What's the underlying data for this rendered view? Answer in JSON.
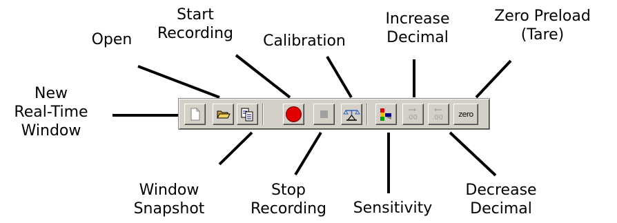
{
  "labels": {
    "new_window": [
      "New",
      "Real-Time",
      "Window"
    ],
    "open": [
      "Open"
    ],
    "start_recording": [
      "Start",
      "Recording"
    ],
    "calibration": [
      "Calibration"
    ],
    "increase_decimal": [
      "Increase",
      "Decimal"
    ],
    "zero_preload": [
      "Zero Preload",
      "(Tare)"
    ],
    "window_snapshot": [
      "Window",
      "Snapshot"
    ],
    "stop_recording": [
      "Stop",
      "Recording"
    ],
    "sensitivity": [
      "Sensitivity"
    ],
    "decrease_decimal": [
      "Decrease",
      "Decimal"
    ]
  },
  "toolbar": {
    "zero_label": "zero",
    "buttons": [
      {
        "id": "new",
        "icon": "blank-page-icon",
        "enabled": true
      },
      {
        "id": "open",
        "icon": "folder-open-icon",
        "enabled": true
      },
      {
        "id": "snapshot",
        "icon": "copy-windows-icon",
        "enabled": true
      },
      {
        "id": "start-recording",
        "icon": "red-record-circle-icon",
        "enabled": true
      },
      {
        "id": "stop-recording",
        "icon": "stop-square-icon",
        "enabled": false
      },
      {
        "id": "calibration",
        "icon": "scale-icon",
        "enabled": true
      },
      {
        "id": "sensitivity",
        "icon": "color-bars-icon",
        "enabled": true
      },
      {
        "id": "increase-decimal",
        "icon": "increase-decimal-icon",
        "enabled": false
      },
      {
        "id": "decrease-decimal",
        "icon": "decrease-decimal-icon",
        "enabled": false
      },
      {
        "id": "zero",
        "icon": "zero-text-icon",
        "enabled": true
      }
    ],
    "colors": {
      "face": "#d4d0c8",
      "record": "#e00000",
      "disabled": "#a0a0a0",
      "folder": "#f0d060",
      "calibration": "#3060c0"
    }
  },
  "decimal_glyph": ".00"
}
